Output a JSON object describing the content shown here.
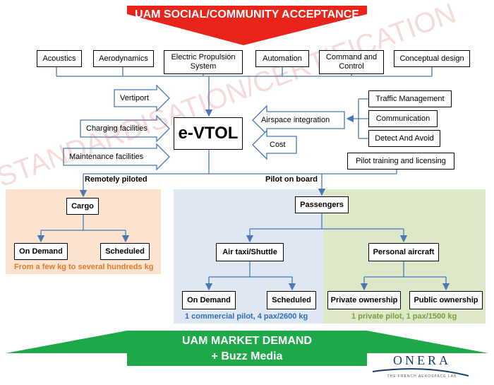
{
  "colors": {
    "top_banner": "#e8241b",
    "bottom_banner": "#1fa84a",
    "cargo_bg": "#fbe3cf",
    "air_taxi_bg": "#dfe7f3",
    "private_bg": "#dde8c9",
    "connector": "#4a78b5",
    "cargo_note": "#e07a2c",
    "air_taxi_note": "#2f6db5",
    "private_note": "#7d9b3a"
  },
  "banners": {
    "top": "UAM SOCIAL/COMMUNITY ACCEPTANCE",
    "bottom_line1": "UAM MARKET DEMAND",
    "bottom_line2": "+ Buzz Media"
  },
  "watermarks": {
    "standardisation": "STANDARDISATION/CERTIFICATION"
  },
  "technologies": [
    "Acoustics",
    "Aerodynamics",
    "Electric Propulsion System",
    "Automation",
    "Command and Control",
    "Conceptual design"
  ],
  "center": "e-VTOL",
  "left_inputs": [
    "Vertiport",
    "Charging facilities",
    "Maintenance facilities"
  ],
  "right_inputs": {
    "airspace": "Airspace integration",
    "cost": "Cost",
    "airspace_items": [
      "Traffic Management",
      "Communication",
      "Detect And Avoid"
    ],
    "pilot_training": "Pilot training and licensing"
  },
  "branches": {
    "remotely_piloted": "Remotely piloted",
    "pilot_on_board": "Pilot on board"
  },
  "cargo": {
    "title": "Cargo",
    "on_demand": "On Demand",
    "scheduled": "Scheduled",
    "note": "From a few kg to several hundreds kg"
  },
  "passengers": {
    "title": "Passengers",
    "air_taxi": {
      "title": "Air taxi/Shuttle",
      "on_demand": "On Demand",
      "scheduled": "Scheduled",
      "note": "1 commercial pilot, 4 pax/2600 kg"
    },
    "personal": {
      "title": "Personal aircraft",
      "private": "Private ownership",
      "public": "Public ownership",
      "note": "1 private pilot, 1 pax/1500 kg"
    }
  },
  "logo": {
    "name": "ONERA",
    "tagline": "THE FRENCH AEROSPACE LAB"
  }
}
